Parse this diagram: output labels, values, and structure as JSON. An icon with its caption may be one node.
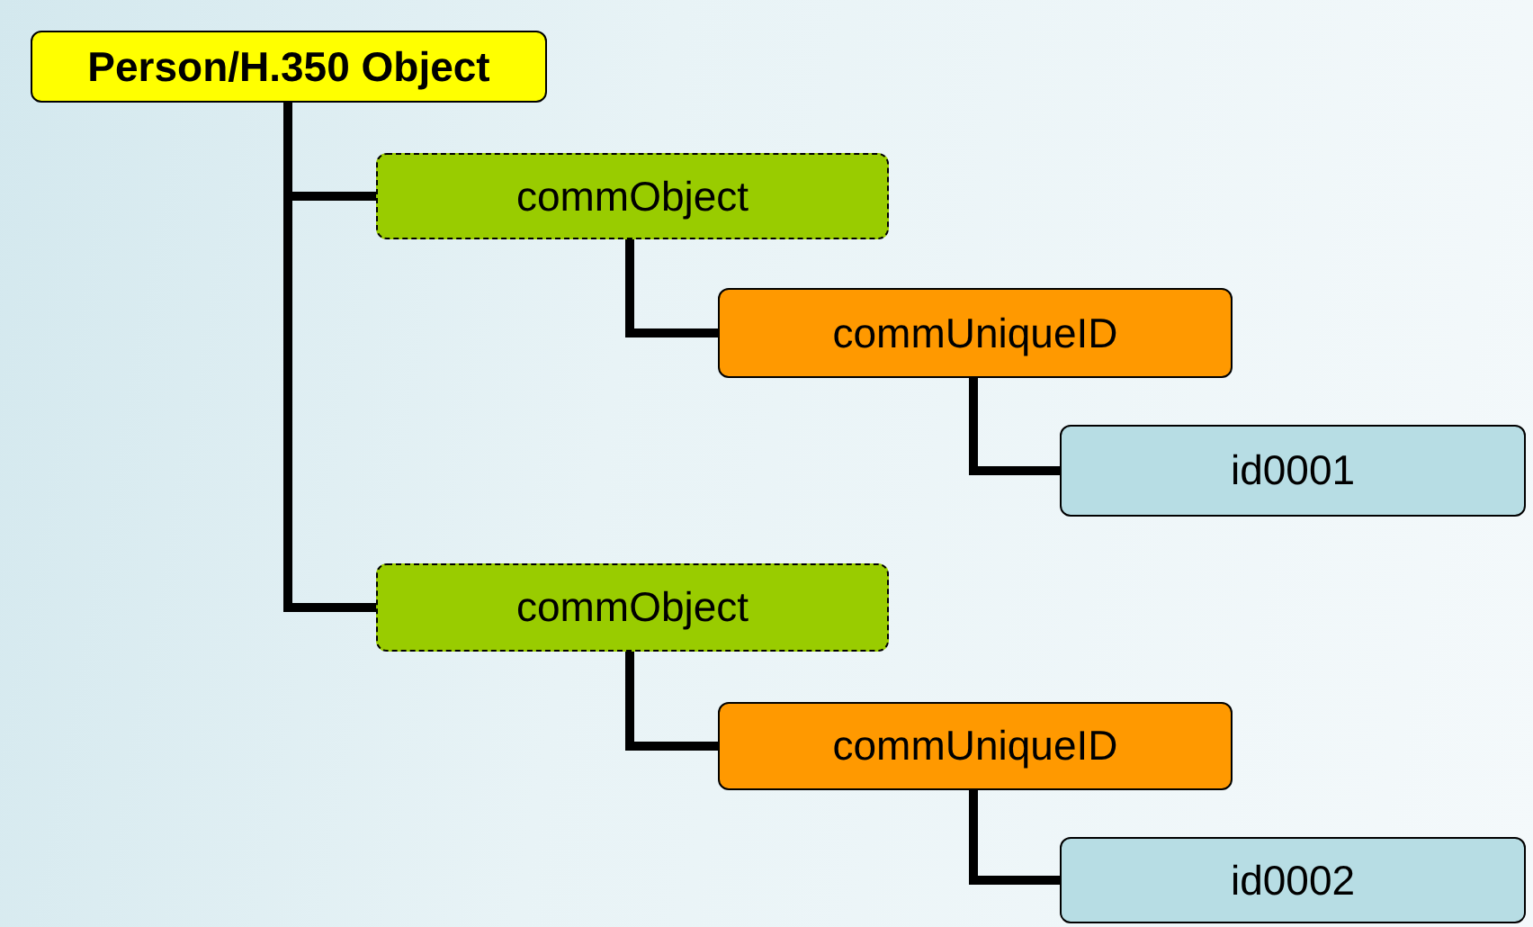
{
  "diagram": {
    "nodes": [
      {
        "text": [
          "Person/H.350 Object"
        ]
      },
      {
        "text": [
          "commObject"
        ]
      },
      {
        "text": [
          "commUniqueID"
        ]
      },
      {
        "text": [
          "id0001"
        ]
      },
      {
        "text": [
          "commObject"
        ]
      },
      {
        "text": [
          "commUniqueID"
        ]
      },
      {
        "text": [
          "id0002"
        ]
      }
    ],
    "edges": [
      {
        "from": 0,
        "to": 1,
        "arrow": "none"
      },
      {
        "from": 1,
        "to": 2,
        "arrow": "none"
      },
      {
        "from": 2,
        "to": 3,
        "arrow": "none"
      },
      {
        "from": 0,
        "to": 4,
        "arrow": "none"
      },
      {
        "from": 4,
        "to": 5,
        "arrow": "none"
      },
      {
        "from": 5,
        "to": 6,
        "arrow": "none"
      }
    ]
  }
}
